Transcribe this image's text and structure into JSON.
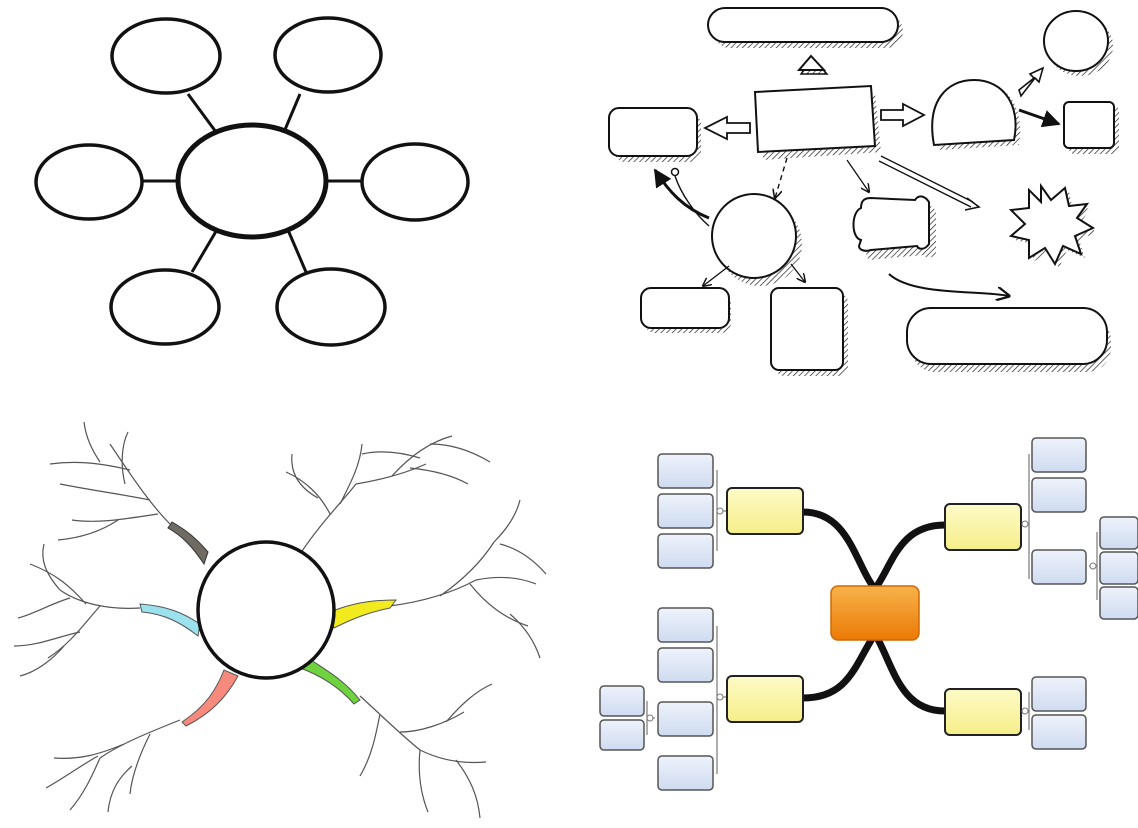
{
  "panels": [
    {
      "id": "bubble-map",
      "kind": "bubble",
      "outer_nodes": 6
    },
    {
      "id": "sketch-flowchart",
      "kind": "sketch"
    },
    {
      "id": "organic-mind-map",
      "kind": "organic",
      "branch_colors": [
        "#6f6b62",
        "#9be2ee",
        "#f0ea1e",
        "#f58a7d",
        "#6fd33f"
      ]
    },
    {
      "id": "box-mind-map",
      "kind": "boxes",
      "colors": {
        "central": "#f08a12",
        "branch": "#fbf6a2",
        "leaf": "#dde6f6",
        "stroke": "#222222"
      }
    }
  ]
}
